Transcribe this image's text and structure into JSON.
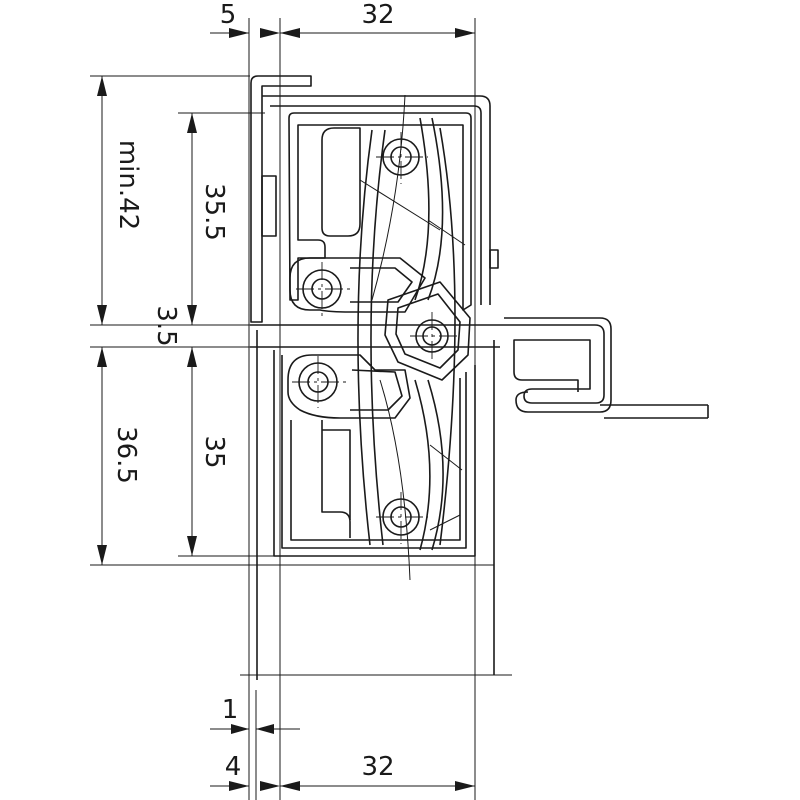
{
  "dimensions": {
    "top_left": "5",
    "top_right": "32",
    "left_min": "min.42",
    "left_upper": "35.5",
    "gap": "3.5",
    "left_lower_outer": "36.5",
    "left_lower_inner": "35",
    "bottom_small": "1",
    "bottom_left": "4",
    "bottom_right": "32"
  },
  "colors": {
    "line": "#1a1a1a",
    "background": "#ffffff"
  }
}
